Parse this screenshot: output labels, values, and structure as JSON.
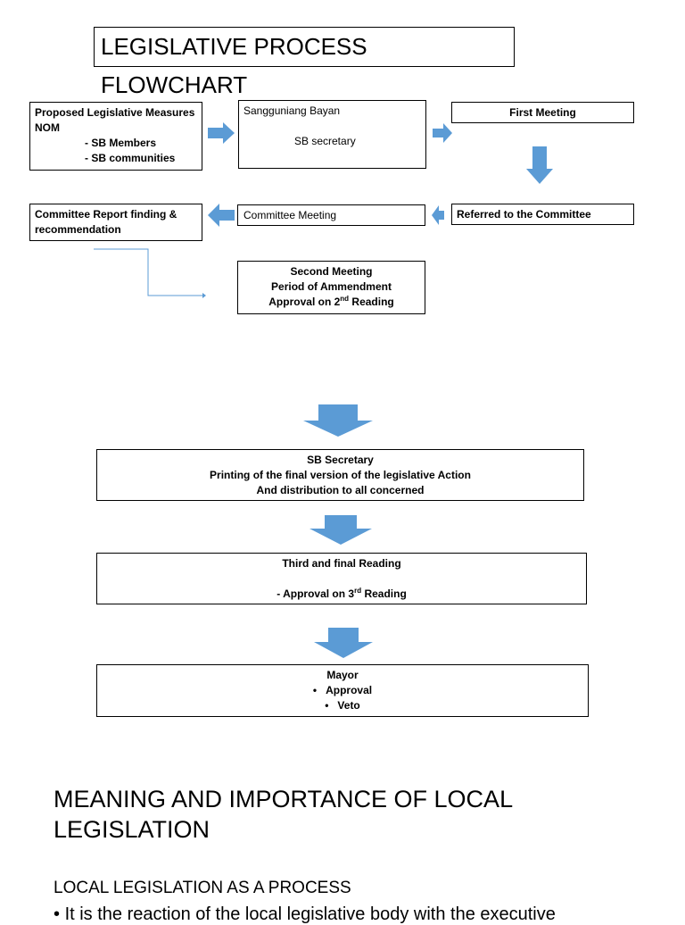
{
  "title": "LEGISLATIVE PROCESS FLOWCHART",
  "colors": {
    "arrow": "#5b9bd5",
    "connector": "#5b9bd5",
    "border": "#000000"
  },
  "nodes": {
    "proposed": {
      "line1": "Proposed Legislative Measures",
      "line2": "NOM",
      "line3": "- SB Members",
      "line4": "- SB communities"
    },
    "sanggunian": {
      "line1": "Sangguniang Bayan",
      "line2": "SB secretary"
    },
    "first_meeting": {
      "label": "First Meeting"
    },
    "referred": {
      "label": "Referred to the Committee"
    },
    "committee_meeting": {
      "label": "Committee Meeting"
    },
    "committee_report": {
      "line1": "Committee Report finding &",
      "line2": "recommendation"
    },
    "second_meeting": {
      "line1": "Second Meeting",
      "line2": "Period of Ammendment",
      "line3_pre": "Approval on 2",
      "line3_sup": "nd",
      "line3_post": " Reading"
    },
    "sb_secretary": {
      "line1": "SB Secretary",
      "line2": "Printing of the final version of the legislative Action",
      "line3": "And distribution to all concerned"
    },
    "third_reading": {
      "line1": "Third and final Reading",
      "line2_pre": "- Approval on 3",
      "line2_sup": "rd",
      "line2_post": " Reading"
    },
    "mayor": {
      "line1": "Mayor",
      "item1": "Approval",
      "item2": "Veto"
    }
  },
  "section_heading": "MEANING AND IMPORTANCE OF LOCAL LEGISLATION",
  "sub_heading": "LOCAL LEGISLATION AS A PROCESS",
  "bullet_text": "It is the reaction of the local legislative body with the executive"
}
